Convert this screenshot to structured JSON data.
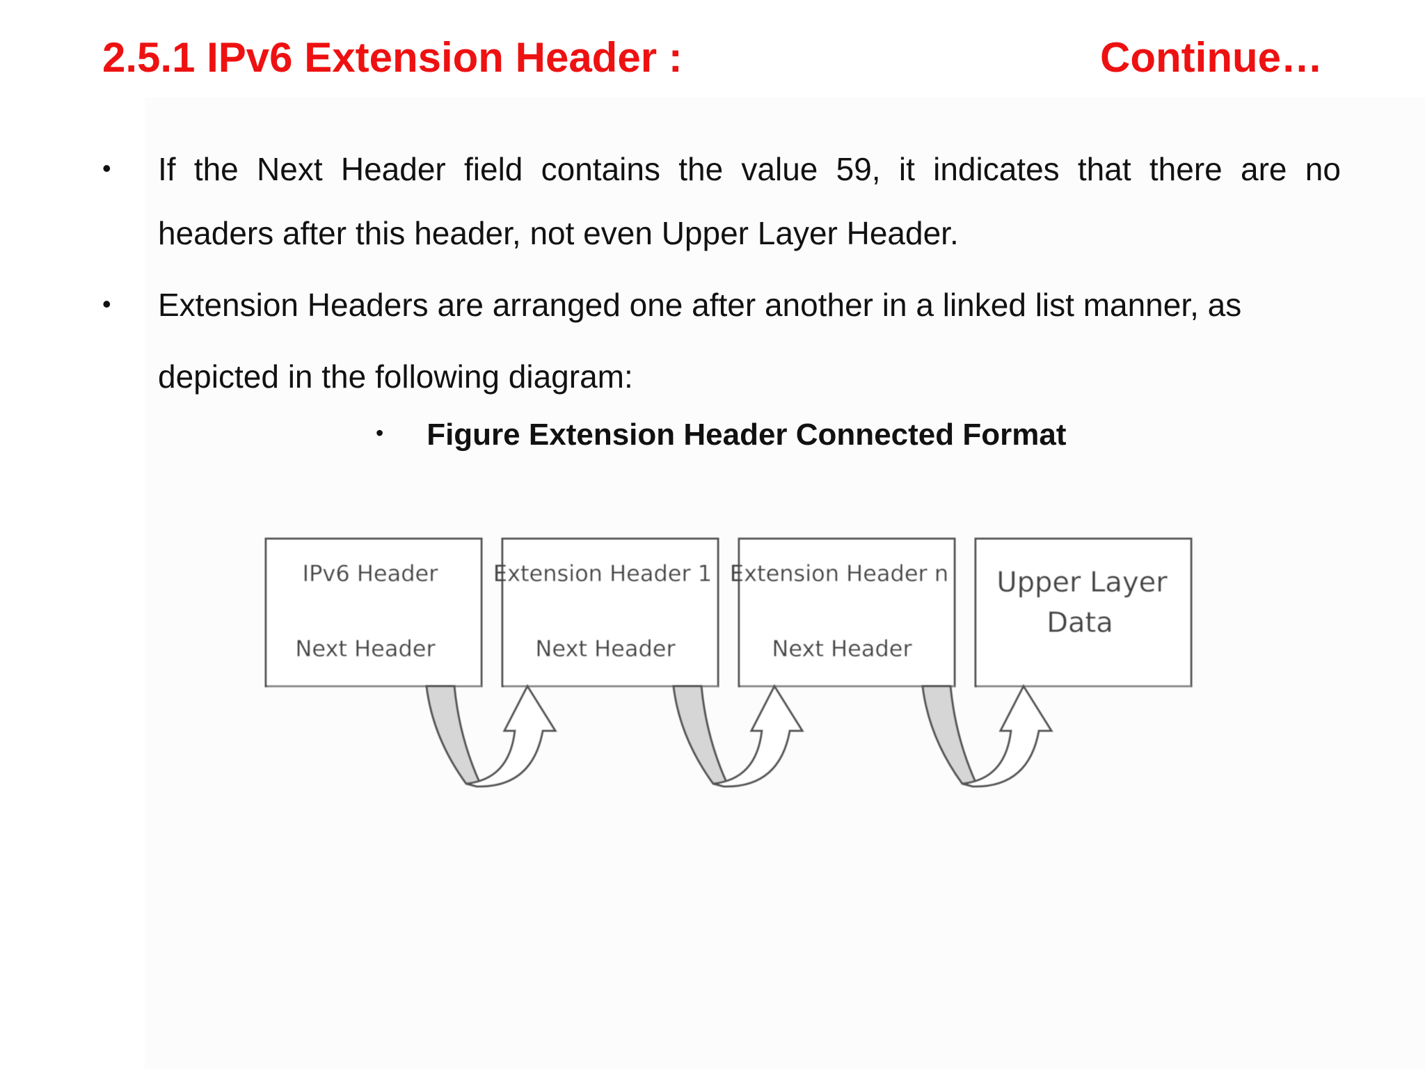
{
  "header": {
    "title": "2.5.1 IPv6 Extension Header :",
    "continue_label": "Continue…",
    "color": "#ee1111"
  },
  "bullets": [
    {
      "line1_words": [
        "If",
        "the",
        "Next",
        "Header",
        "field",
        "contains",
        "the",
        "value",
        "59,",
        "it",
        "indicates",
        "that",
        "there",
        "are",
        "no"
      ],
      "line2": "headers after this header, not even Upper Layer Header."
    },
    {
      "line1": "Extension Headers are arranged one after another in a linked list manner, as",
      "line2": "depicted in the following diagram:"
    }
  ],
  "caption": "Figure Extension Header Connected Format",
  "bullet_symbol": "•",
  "diagram": {
    "boxes": [
      {
        "top": "IPv6 Header",
        "bottom": "Next Header"
      },
      {
        "top": "Extension Header 1",
        "bottom": "Next Header"
      },
      {
        "top": "Extension Header n",
        "bottom": "Next Header"
      },
      {
        "top": "Upper Layer",
        "bottom": "Data"
      }
    ]
  }
}
